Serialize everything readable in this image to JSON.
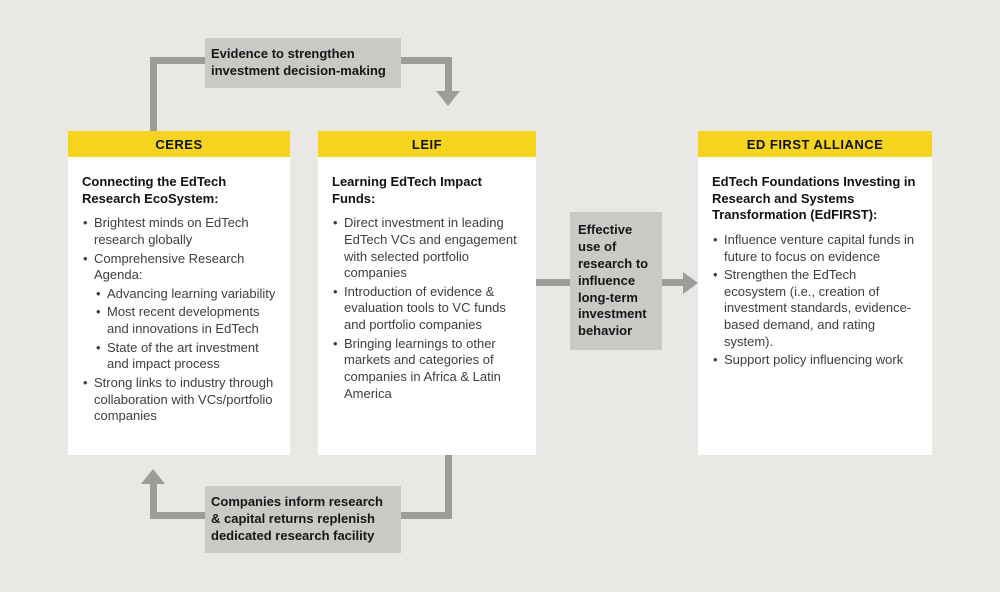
{
  "colors": {
    "background": "#e9e8e5",
    "yellow": "#f4d41c",
    "label_gray": "#cac9c6",
    "arrow_gray": "#9d9c99",
    "box_white": "#ffffff"
  },
  "labels": {
    "top": "Evidence to strengthen investment decision-making",
    "middle": "Effective use of research to influence long-term investment behavior",
    "bottom": "Companies inform research & capital returns replenish dedicated research facility"
  },
  "boxes": [
    {
      "header": "CERES",
      "title": "Connecting the EdTech Research EcoSystem:",
      "bullets": [
        {
          "level": 1,
          "text": "Brightest minds on EdTech research globally"
        },
        {
          "level": 1,
          "text": "Comprehensive Research Agenda:"
        },
        {
          "level": 2,
          "text": "Advancing learning variability"
        },
        {
          "level": 2,
          "text": "Most recent developments and innovations in EdTech"
        },
        {
          "level": 2,
          "text": "State of the art investment and impact process"
        },
        {
          "level": 1,
          "text": "Strong links to industry through collaboration with VCs/portfolio companies"
        }
      ]
    },
    {
      "header": "LEIF",
      "title": "Learning EdTech Impact Funds:",
      "bullets": [
        {
          "level": 1,
          "text": "Direct investment in leading EdTech VCs and engagement with selected portfolio companies"
        },
        {
          "level": 1,
          "text": "Introduction of evidence & evaluation tools to VC funds and portfolio companies"
        },
        {
          "level": 1,
          "text": "Bringing learnings to other markets and categories of companies in Africa & Latin America"
        }
      ]
    },
    {
      "header": "ED FIRST ALLIANCE",
      "title": "EdTech Foundations Investing in Research and Systems Transformation (EdFIRST):",
      "bullets": [
        {
          "level": 1,
          "text": "Influence venture capital funds in future to focus on evidence"
        },
        {
          "level": 1,
          "text": "Strengthen the EdTech ecosystem (i.e., creation of investment standards, evidence-based demand, and rating system)."
        },
        {
          "level": 1,
          "text": "Support policy influencing work"
        }
      ]
    }
  ],
  "bullet_glyph": "•"
}
